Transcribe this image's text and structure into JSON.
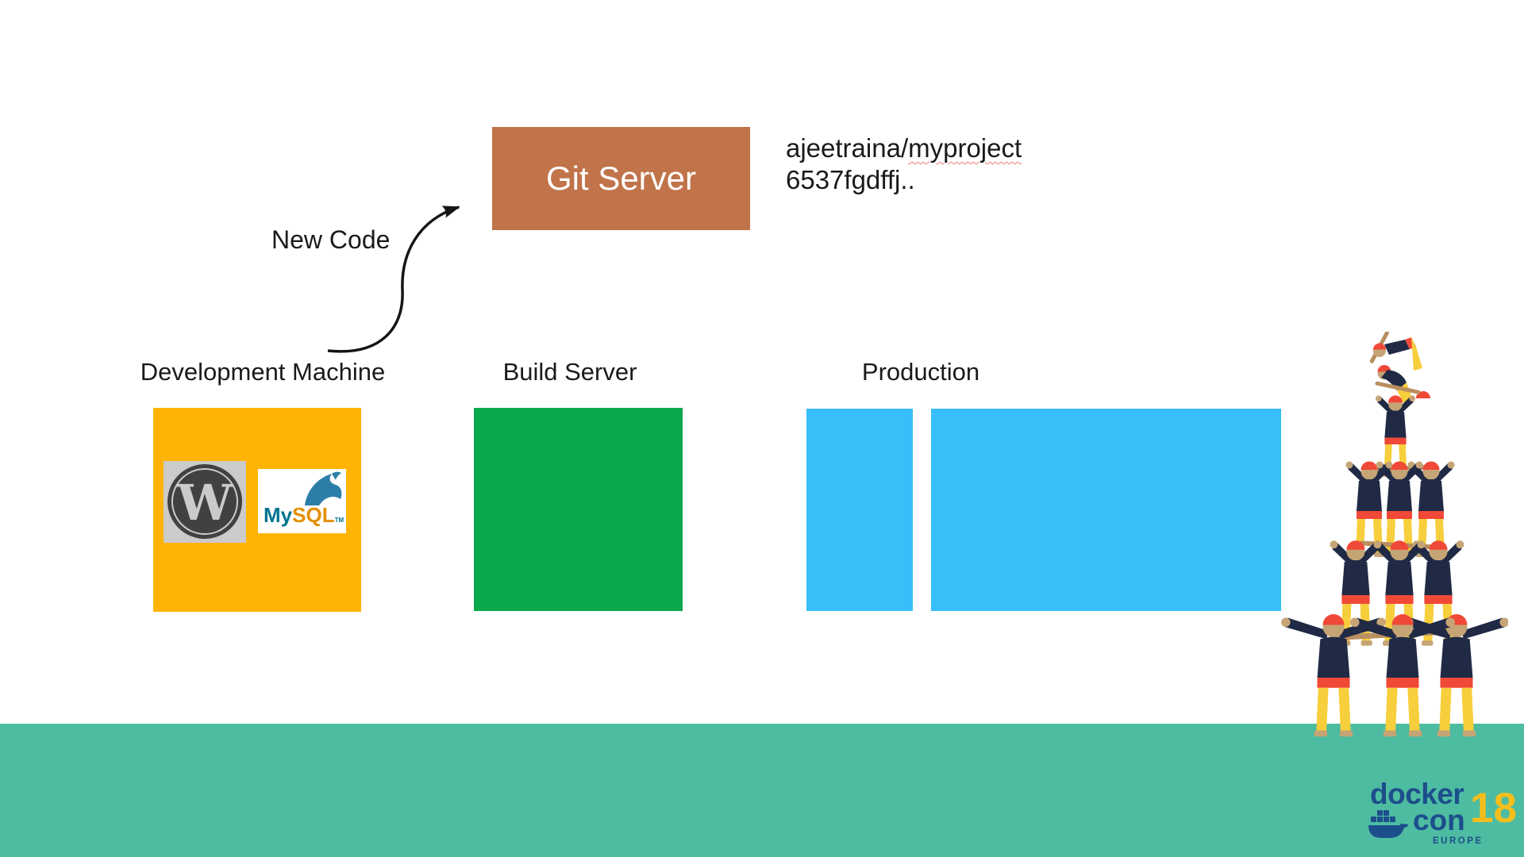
{
  "colors": {
    "git_brown": "#C1734A",
    "box_yellow": "#FFB405",
    "box_green": "#0BA94E",
    "box_blue": "#38BEF8",
    "footer_teal": "#4DBCA1",
    "docker_navy": "#1D4E8C",
    "docker_yellow": "#F6BE1D",
    "text_dark": "#1A1A1A",
    "wp_gray": "#CBCBC9",
    "wp_dark": "#434140",
    "mysql_teal": "#00758F",
    "mysql_orange": "#E48E00",
    "squiggle_red": "#F07B72",
    "c_navy": "#202A45",
    "c_red": "#F04937",
    "c_yellow": "#F7CE3C",
    "c_skin": "#C5A476",
    "c_tan": "#B98F5F"
  },
  "diagram": {
    "git_server": {
      "label": "Git Server"
    },
    "commit": {
      "repo_prefix": "ajeetraina/",
      "repo_name": "myproject",
      "commit_hash": "6537fgdffj.."
    },
    "flow": {
      "arrow_label": "New Code"
    },
    "development_machine": {
      "label": "Development Machine",
      "wordpress_letter": "W",
      "mysql_my": "My",
      "mysql_sql": "SQL",
      "mysql_tm": "TM"
    },
    "build_server": {
      "label": "Build Server"
    },
    "production": {
      "label": "Production"
    }
  },
  "footer": {
    "dockercon": {
      "word_docker": "docker",
      "word_con": "con",
      "year": "18",
      "region": "EUROPE"
    }
  },
  "icons": {
    "wordpress": "wordpress-logo",
    "mysql": "mysql-dolphin-logo",
    "docker_whale": "docker-whale-icon",
    "human_pyramid": "casteller-human-pyramid-illustration"
  }
}
